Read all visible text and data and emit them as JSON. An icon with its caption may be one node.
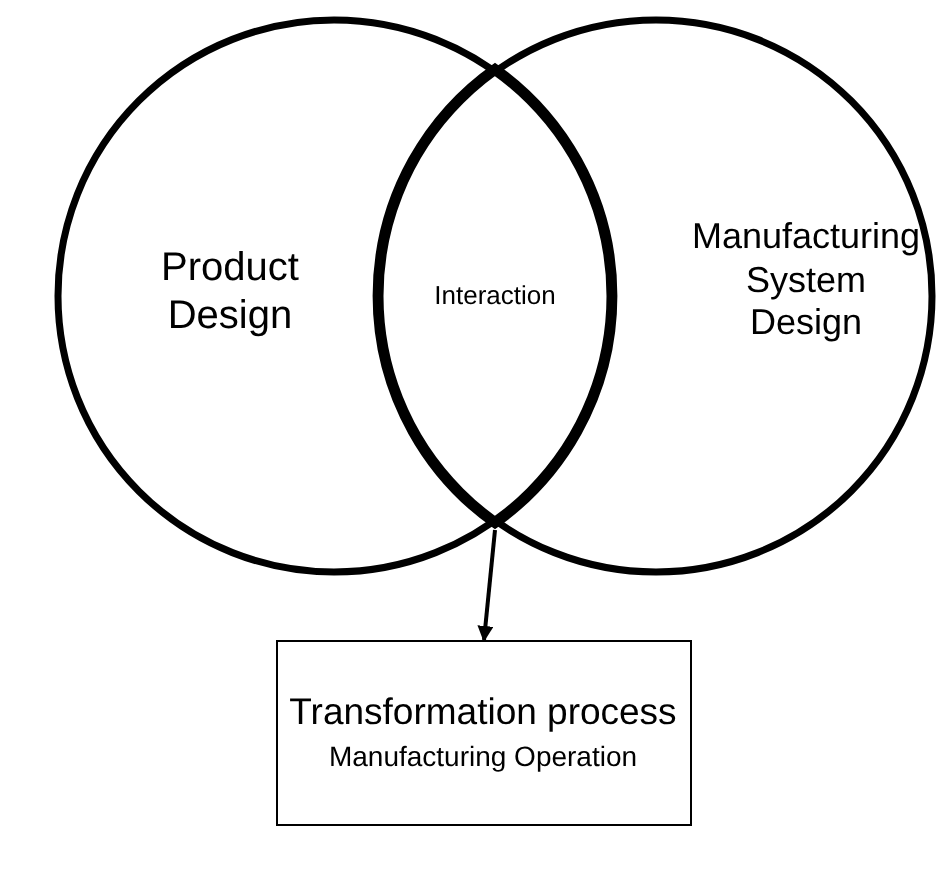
{
  "diagram": {
    "nodes": [
      {
        "text": [
          "Product Design"
        ]
      },
      {
        "text": [
          "Manufacturing System Design"
        ]
      },
      {
        "text": [
          "Interaction"
        ]
      },
      {
        "text": [
          "Transformation process",
          "Manufacturing Operation"
        ]
      }
    ],
    "edges": [
      {
        "from": 2,
        "to": 3,
        "arrow": "to"
      }
    ]
  }
}
